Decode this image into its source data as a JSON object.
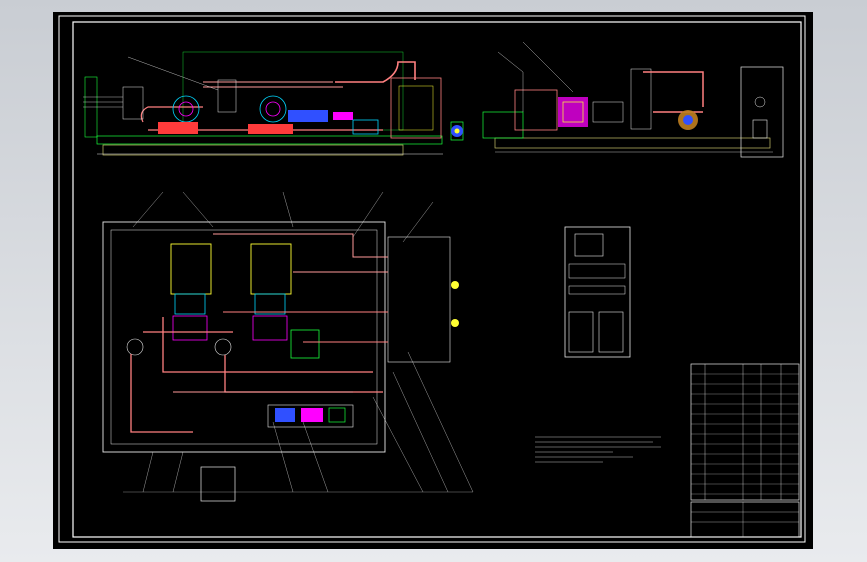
{
  "window": {
    "title": "",
    "background": "#000000"
  },
  "colors": {
    "frame": "#ffffff",
    "pipe_red": "#ff8080",
    "pipe_pink": "#ff9a9a",
    "cyan": "#00d8ff",
    "blue": "#3050ff",
    "magenta": "#ff00ff",
    "yellow": "#ffff33",
    "green": "#19ff3c",
    "white": "#e8e8e8",
    "olive": "#c6c26a"
  },
  "drawing": {
    "views": [
      "front-elevation",
      "side-elevation",
      "plan-view",
      "control-cabinet-view",
      "notes-block",
      "parts-list",
      "title-block"
    ],
    "control_panel_title": "",
    "notes_title": "",
    "title_block_text": ""
  }
}
